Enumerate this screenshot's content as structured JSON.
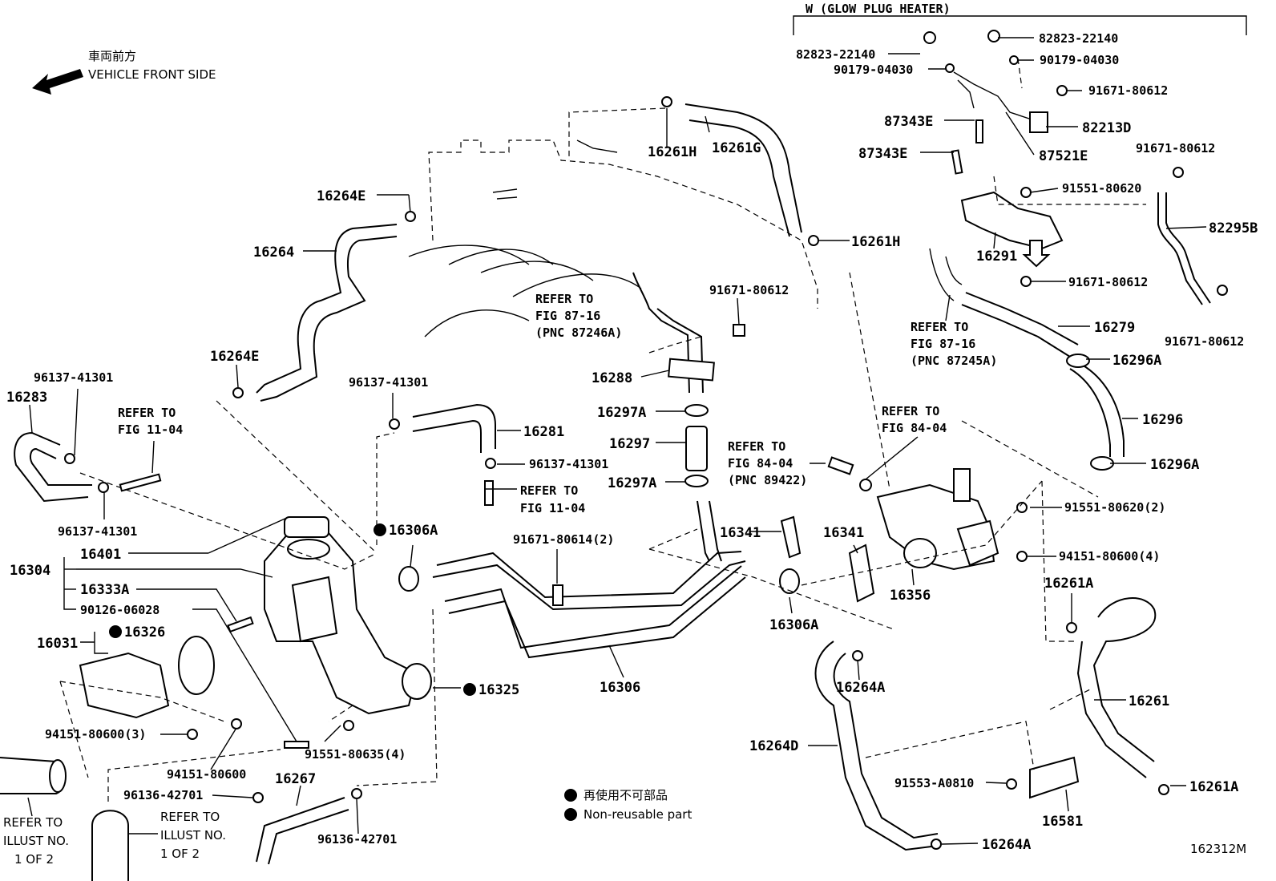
{
  "header": {
    "glow_plug": "W (GLOW PLUG HEATER)",
    "front_jp": "車両前方",
    "front_en": "VEHICLE FRONT SIDE",
    "fig_id": "162312M"
  },
  "legend": {
    "jp": "再使用不可部品",
    "en": "Non-reusable part"
  },
  "labels": [
    {
      "id": "l1",
      "text": "82823-22140"
    },
    {
      "id": "l2",
      "text": "82823-22140"
    },
    {
      "id": "l3",
      "text": "90179-04030"
    },
    {
      "id": "l4",
      "text": "90179-04030"
    },
    {
      "id": "l5",
      "text": "91671-80612"
    },
    {
      "id": "l6",
      "text": "87343E"
    },
    {
      "id": "l7",
      "text": "82213D"
    },
    {
      "id": "l8",
      "text": "87343E"
    },
    {
      "id": "l9",
      "text": "87521E"
    },
    {
      "id": "l10",
      "text": "91671-80612"
    },
    {
      "id": "l11",
      "text": "91551-80620"
    },
    {
      "id": "l12",
      "text": "82295B"
    },
    {
      "id": "l13",
      "text": "16291"
    },
    {
      "id": "l14",
      "text": "91671-80612"
    },
    {
      "id": "l15",
      "text": "16279"
    },
    {
      "id": "l16",
      "text": "91671-80612"
    },
    {
      "id": "l17",
      "text": "16296A"
    },
    {
      "id": "l18",
      "text": "16296"
    },
    {
      "id": "l19",
      "text": "16296A"
    },
    {
      "id": "l20",
      "text": "16261H"
    },
    {
      "id": "l21",
      "text": "16261G"
    },
    {
      "id": "l22",
      "text": "16261H"
    },
    {
      "id": "l23",
      "text": "16264E"
    },
    {
      "id": "l24",
      "text": "16264"
    },
    {
      "id": "l25",
      "text": "16264E"
    },
    {
      "id": "l26",
      "text": "91671-80612"
    },
    {
      "id": "l27",
      "text": "16288"
    },
    {
      "id": "l28",
      "text": "16297A"
    },
    {
      "id": "l29",
      "text": "16297"
    },
    {
      "id": "l30",
      "text": "16297A"
    },
    {
      "id": "l31",
      "text": "96137-41301"
    },
    {
      "id": "l32",
      "text": "16283"
    },
    {
      "id": "l33",
      "text": "96137-41301"
    },
    {
      "id": "l34",
      "text": "16281"
    },
    {
      "id": "l35",
      "text": "96137-41301"
    },
    {
      "id": "l36",
      "text": "96137-41301"
    },
    {
      "id": "l37",
      "text": "16306A"
    },
    {
      "id": "l38",
      "text": "16401"
    },
    {
      "id": "l39",
      "text": "16304"
    },
    {
      "id": "l40",
      "text": "16333A"
    },
    {
      "id": "l41",
      "text": "90126-06028"
    },
    {
      "id": "l42",
      "text": "16326"
    },
    {
      "id": "l43",
      "text": "16031"
    },
    {
      "id": "l44",
      "text": "91671-80614(2)"
    },
    {
      "id": "l45",
      "text": "16341"
    },
    {
      "id": "l46",
      "text": "16341"
    },
    {
      "id": "l47",
      "text": "16356"
    },
    {
      "id": "l48",
      "text": "16306A"
    },
    {
      "id": "l49",
      "text": "91551-80620(2)"
    },
    {
      "id": "l50",
      "text": "94151-80600(4)"
    },
    {
      "id": "l51",
      "text": "16261A"
    },
    {
      "id": "l52",
      "text": "16306"
    },
    {
      "id": "l53",
      "text": "16325"
    },
    {
      "id": "l54",
      "text": "16264A"
    },
    {
      "id": "l55",
      "text": "94151-80600(3)"
    },
    {
      "id": "l56",
      "text": "91551-80635(4)"
    },
    {
      "id": "l57",
      "text": "94151-80600"
    },
    {
      "id": "l58",
      "text": "16267"
    },
    {
      "id": "l59",
      "text": "96136-42701"
    },
    {
      "id": "l60",
      "text": "96136-42701"
    },
    {
      "id": "l61",
      "text": "16264D"
    },
    {
      "id": "l62",
      "text": "16261"
    },
    {
      "id": "l63",
      "text": "91553-A0810"
    },
    {
      "id": "l64",
      "text": "16581"
    },
    {
      "id": "l65",
      "text": "16261A"
    },
    {
      "id": "l66",
      "text": "16264A"
    }
  ],
  "refs": [
    {
      "id": "r1",
      "lines": [
        "REFER TO",
        "FIG 11-04"
      ]
    },
    {
      "id": "r2",
      "lines": [
        "REFER TO",
        "FIG 11-04"
      ]
    },
    {
      "id": "r3",
      "lines": [
        "REFER TO",
        "FIG 87-16",
        "(PNC 87246A)"
      ]
    },
    {
      "id": "r4",
      "lines": [
        "REFER TO",
        "FIG 87-16",
        "(PNC 87245A)"
      ]
    },
    {
      "id": "r5",
      "lines": [
        "REFER TO",
        "FIG 84-04",
        "(PNC 89422)"
      ]
    },
    {
      "id": "r6",
      "lines": [
        "REFER TO",
        "FIG 84-04"
      ]
    },
    {
      "id": "r7",
      "lines": [
        "REFER TO",
        "ILLUST NO.",
        "1 OF 2"
      ]
    },
    {
      "id": "r8",
      "lines": [
        "REFER TO",
        "ILLUST NO.",
        "1 OF 2"
      ]
    }
  ]
}
